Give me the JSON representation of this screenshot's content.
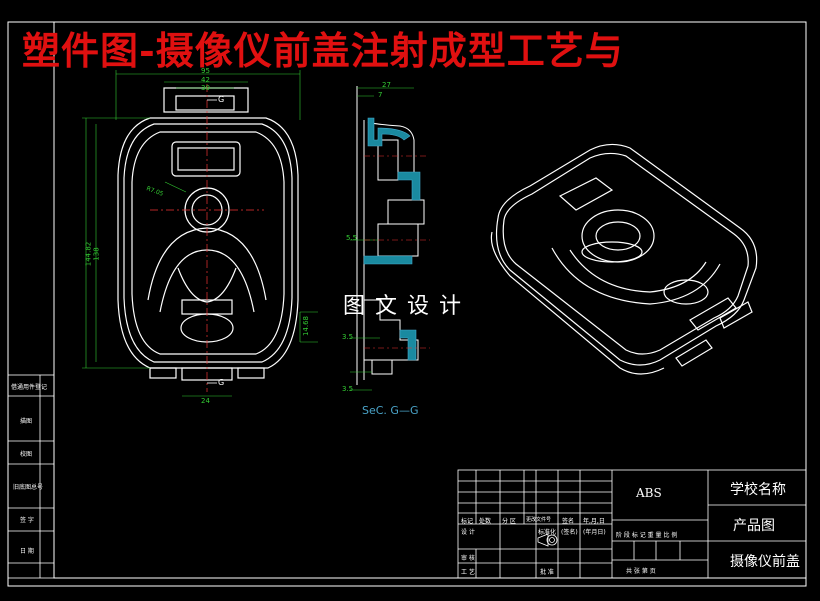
{
  "title": "塑件图-摄像仪前盖注射成型工艺与",
  "watermark": "图文设计",
  "section_label": "SeC. G—G",
  "dims": {
    "w95": "95",
    "w42": "42",
    "w30": "30",
    "w24": "24",
    "h144": "144.82",
    "h138": "138",
    "d14": "14.68",
    "r2": "R7.05",
    "g": "G",
    "s27": "27",
    "s7": "7",
    "s5": "5.5",
    "s35a": "3.5",
    "s35b": "3.5"
  },
  "left_block": {
    "items": [
      "借通用件登记",
      "描图",
      "校图",
      "旧底图总号",
      "签 字",
      "日 期"
    ]
  },
  "title_block": {
    "material": "ABS",
    "school": "学校名称",
    "drawing_type": "产品图",
    "part_name": "摄像仪前盖",
    "headers": [
      "标记",
      "处数",
      "分 区",
      "更改文件号",
      "签名",
      "年,月,日"
    ],
    "design": "设 计",
    "standard": "标准化",
    "sign": "(签名)",
    "date": "(年月日)",
    "stage_cols": "阶 段 标 记   重 量   比 例",
    "review": "审 核",
    "process": "工 艺",
    "approve": "批 准",
    "sheets": "共   张   第   页"
  }
}
